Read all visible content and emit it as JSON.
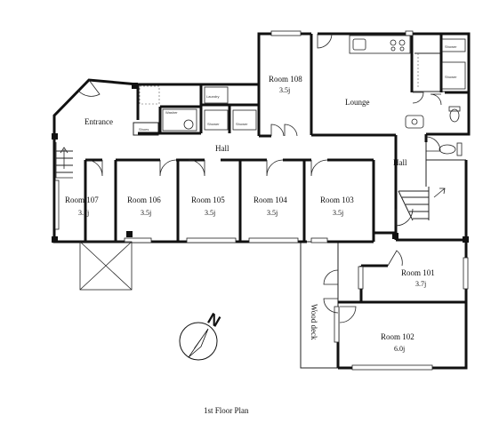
{
  "plan": {
    "caption": "1st Floor Plan",
    "north_letter": "N",
    "rooms": [
      {
        "id": "108",
        "name": "Room 108",
        "size": "3.5j"
      },
      {
        "id": "107",
        "name": "Room 107",
        "size": "3.7j"
      },
      {
        "id": "106",
        "name": "Room 106",
        "size": "3.5j"
      },
      {
        "id": "105",
        "name": "Room 105",
        "size": "3.5j"
      },
      {
        "id": "104",
        "name": "Room 104",
        "size": "3.5j"
      },
      {
        "id": "103",
        "name": "Room 103",
        "size": "3.5j"
      },
      {
        "id": "101",
        "name": "Room 101",
        "size": "3.7j"
      },
      {
        "id": "102",
        "name": "Room 102",
        "size": "6.0j"
      }
    ],
    "areas": {
      "lounge": "Lounge",
      "hall_main": "Hall",
      "hall_right": "Hall",
      "entrance": "Entrance",
      "wood_deck": "Wood deck"
    },
    "fixtures": {
      "shower_a": "Shower",
      "shower_b": "Shower",
      "laundry": "Laundry",
      "shower_c": "Shower",
      "shower_d": "Shower",
      "washer": "Washer",
      "shoes": "Shoes"
    }
  }
}
